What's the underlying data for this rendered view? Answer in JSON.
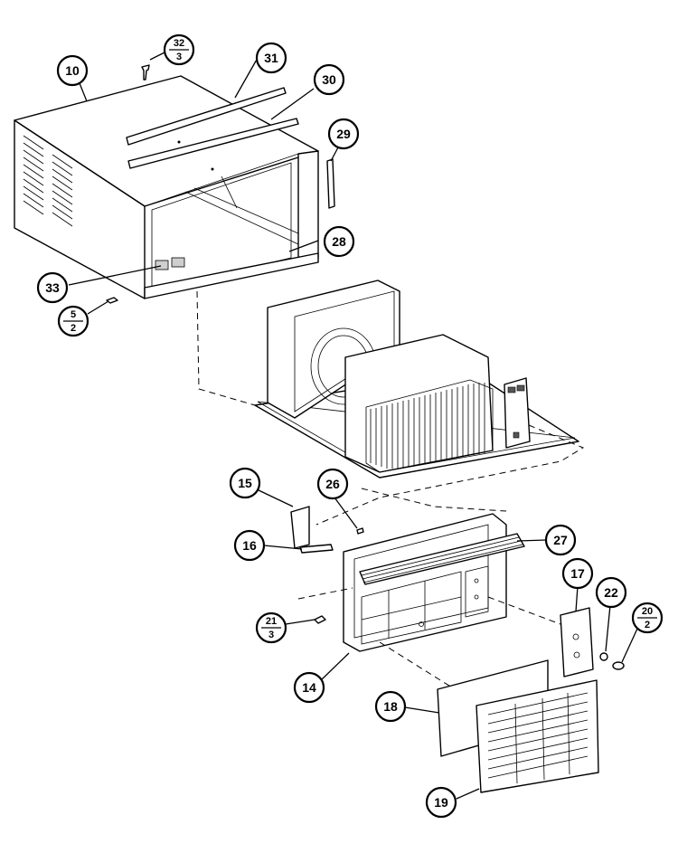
{
  "callouts": [
    {
      "id": "10",
      "label": "10"
    },
    {
      "id": "31",
      "label": "31"
    },
    {
      "id": "30",
      "label": "30"
    },
    {
      "id": "29",
      "label": "29"
    },
    {
      "id": "28",
      "label": "28"
    },
    {
      "id": "33",
      "label": "33"
    },
    {
      "id": "15",
      "label": "15"
    },
    {
      "id": "26",
      "label": "26"
    },
    {
      "id": "16",
      "label": "16"
    },
    {
      "id": "27",
      "label": "27"
    },
    {
      "id": "17",
      "label": "17"
    },
    {
      "id": "22",
      "label": "22"
    },
    {
      "id": "14",
      "label": "14"
    },
    {
      "id": "18",
      "label": "18"
    },
    {
      "id": "19",
      "label": "19"
    }
  ],
  "fraction_callouts": [
    {
      "id": "32-3",
      "num": "32",
      "den": "3"
    },
    {
      "id": "5-2",
      "num": "5",
      "den": "2"
    },
    {
      "id": "21-3",
      "num": "21",
      "den": "3"
    },
    {
      "id": "20-2",
      "num": "20",
      "den": "2"
    }
  ]
}
